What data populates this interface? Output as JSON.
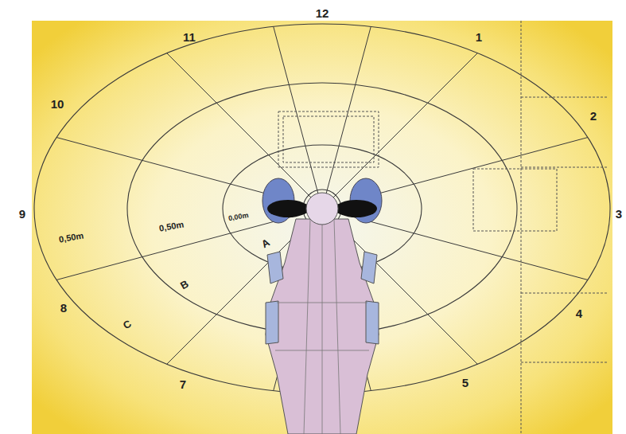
{
  "diagram": {
    "labels": [
      "12",
      "1",
      "2",
      "3",
      "4",
      "5",
      "7",
      "8",
      "9",
      "10",
      "11",
      "0,50m",
      "0,50m",
      "0,00m",
      "A",
      "B",
      "C"
    ]
  }
}
